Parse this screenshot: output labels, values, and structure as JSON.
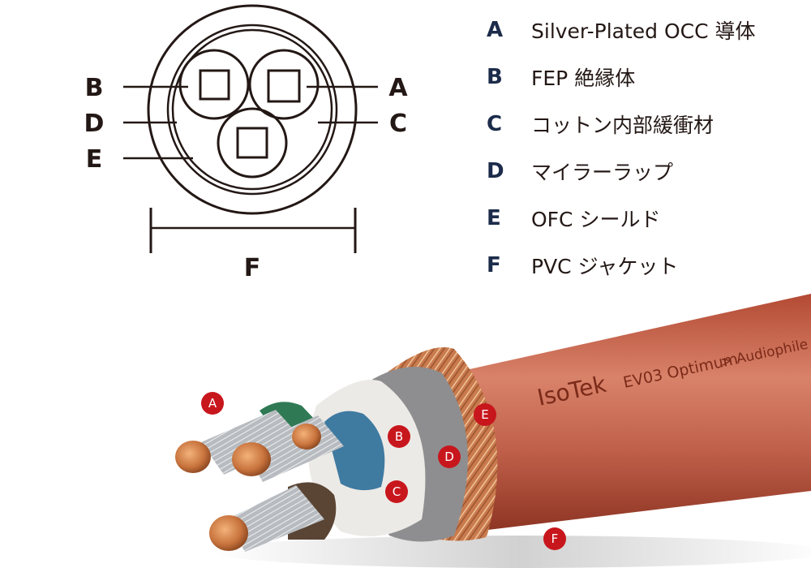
{
  "legend": [
    {
      "letter": "A",
      "text": "Silver-Plated OCC 導体"
    },
    {
      "letter": "B",
      "text": "FEP 絶縁体"
    },
    {
      "letter": "C",
      "text": "コットン内部緩衝材"
    },
    {
      "letter": "D",
      "text": "マイラーラップ"
    },
    {
      "letter": "E",
      "text": "OFC シールド"
    },
    {
      "letter": "F",
      "text": "PVC ジャケット"
    }
  ],
  "cross_section_labels": {
    "left": [
      "B",
      "D",
      "E"
    ],
    "right": [
      "A",
      "C"
    ],
    "bottom": "F"
  },
  "photo_badges": [
    "A",
    "B",
    "C",
    "D",
    "E",
    "F"
  ],
  "cable_print": {
    "brand": "IsoTek",
    "model": "EV03 Optimum",
    "tagline": "> Audiophile Grade"
  },
  "colors": {
    "diagram_stroke": "#231815",
    "badge_red": "#c8161d",
    "jacket": "#c0604a",
    "shield_copper": "#d08a5c",
    "legend_letter": "#1c2b4a"
  }
}
